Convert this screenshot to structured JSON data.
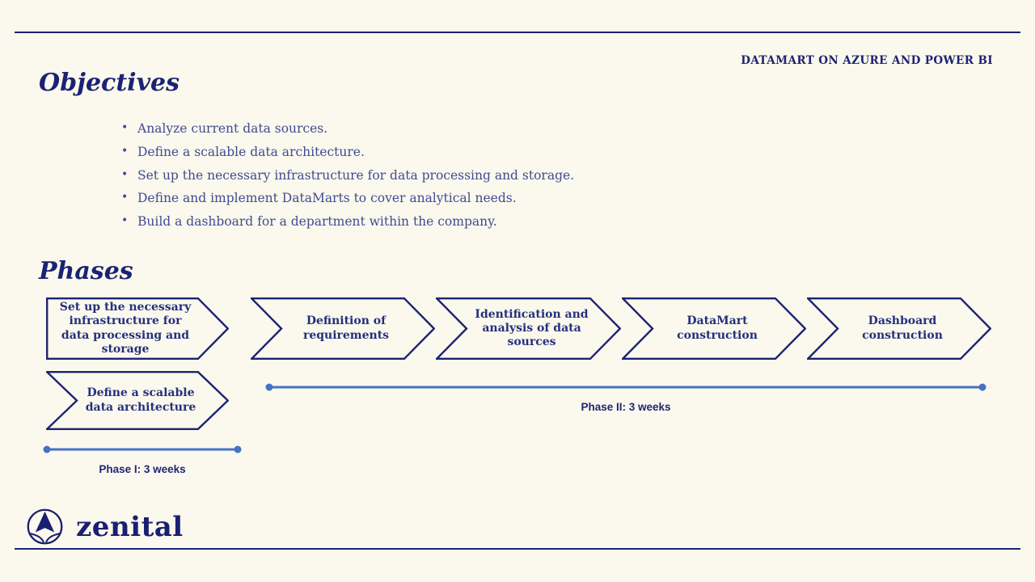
{
  "colors": {
    "background": "#FBF8ED",
    "navy": "#1B2473",
    "bullet_text": "#3E4C93",
    "timeline_blue": "#4472C4"
  },
  "header": {
    "title": "DATAMART ON AZURE AND POWER BI"
  },
  "objectives": {
    "heading": "Objectives",
    "items": [
      "Analyze current data sources.",
      "Define a scalable data architecture.",
      "Set up the necessary infrastructure for data processing and storage.",
      "Define and implement DataMarts to cover analytical needs.",
      "Build a dashboard for a department within the company."
    ]
  },
  "phases": {
    "heading": "Phases",
    "steps": [
      {
        "label": "Set up the necessary infrastructure for data processing and storage",
        "shape": "pentagon-arrow"
      },
      {
        "label": "Definition of requirements",
        "shape": "chevron-arrow"
      },
      {
        "label": "Identification and analysis of data sources",
        "shape": "chevron-arrow"
      },
      {
        "label": "DataMart construction",
        "shape": "chevron-arrow"
      },
      {
        "label": "Dashboard construction",
        "shape": "chevron-arrow"
      },
      {
        "label": "Define a scalable data architecture",
        "shape": "chevron-arrow"
      }
    ],
    "timelines": [
      {
        "label": "Phase I: 3 weeks"
      },
      {
        "label": "Phase II: 3 weeks"
      }
    ]
  },
  "footer": {
    "brand": "zenital",
    "logo_icon": "zenital-compass-icon"
  }
}
